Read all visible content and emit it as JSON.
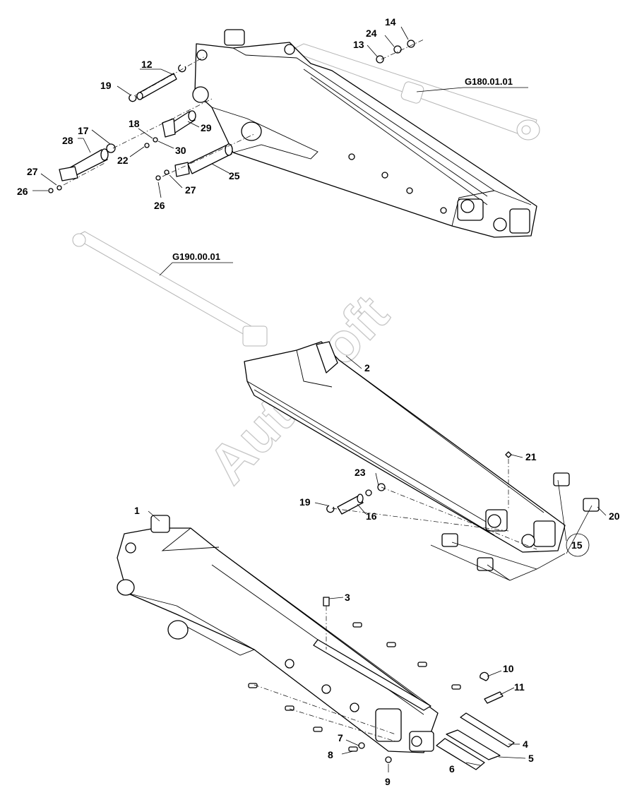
{
  "watermark": "AutoSoft",
  "references": {
    "upper_cylinder": "G180.01.01",
    "lower_cylinder": "G190.00.01"
  },
  "callouts": {
    "c1": "1",
    "c2": "2",
    "c3": "3",
    "c4": "4",
    "c5": "5",
    "c6": "6",
    "c7": "7",
    "c8": "8",
    "c9": "9",
    "c10": "10",
    "c11": "11",
    "c12": "12",
    "c13": "13",
    "c14": "14",
    "c15": "15",
    "c16": "16",
    "c17": "17",
    "c18": "18",
    "c19a": "19",
    "c19b": "19",
    "c20": "20",
    "c21": "21",
    "c22": "22",
    "c23": "23",
    "c24": "24",
    "c25": "25",
    "c26a": "26",
    "c26b": "26",
    "c27a": "27",
    "c27b": "27",
    "c28": "28",
    "c29": "29",
    "c30": "30"
  }
}
